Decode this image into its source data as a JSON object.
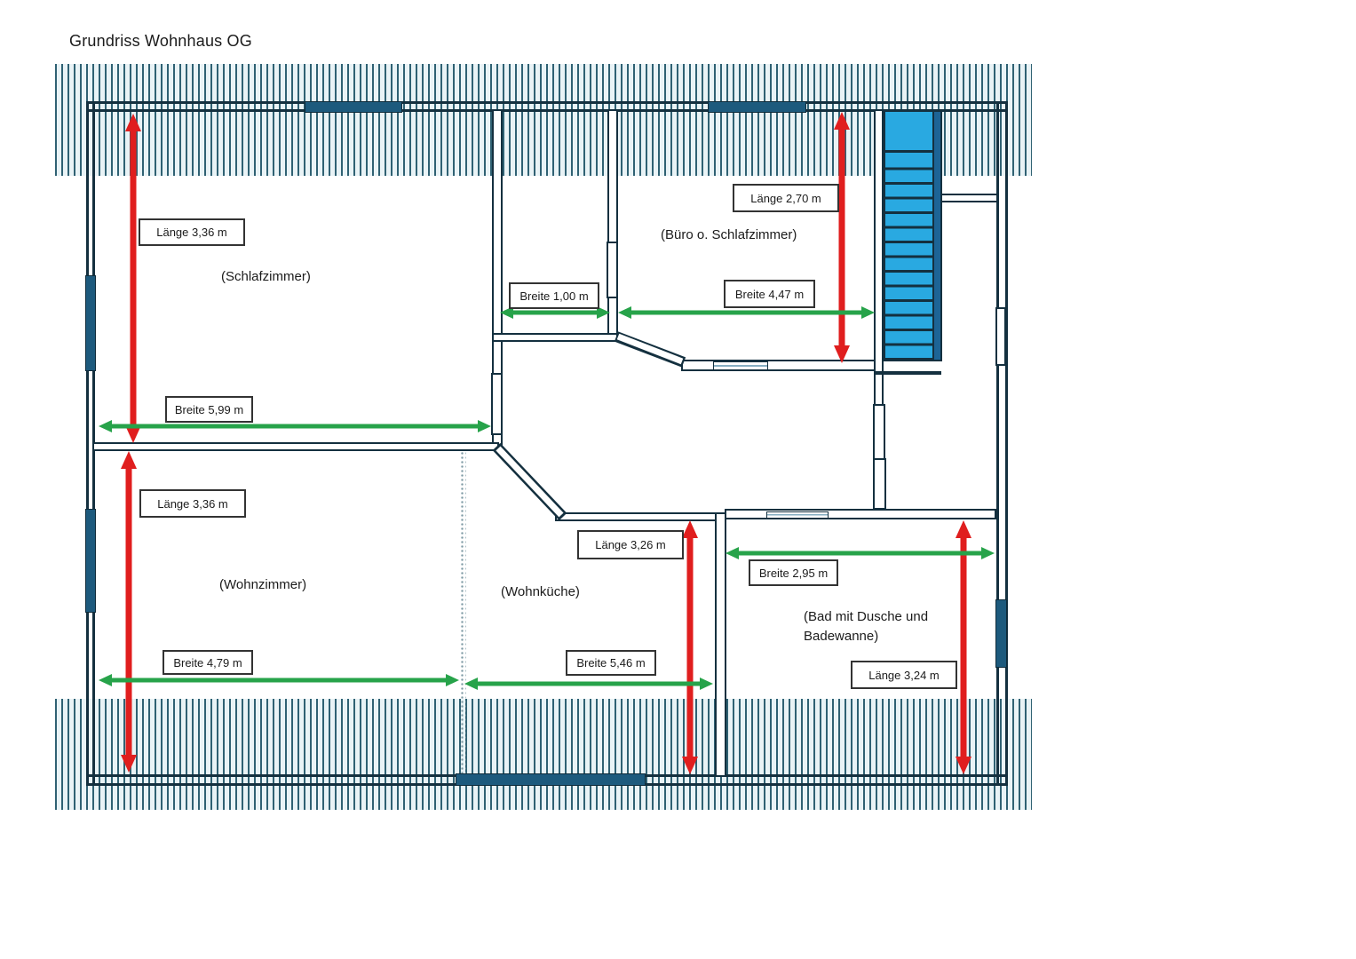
{
  "title": "Grundriss Wohnhaus OG",
  "rooms": {
    "schlafzimmer": "(Schlafzimmer)",
    "buero": "(Büro o. Schlafzimmer)",
    "wohnzimmer": "(Wohnzimmer)",
    "wohnkueche": "(Wohnküche)",
    "bad": "(Bad mit Dusche und Badewanne)"
  },
  "measurements": {
    "schlafzimmer_laenge": "Länge 3,36 m",
    "schlafzimmer_breite": "Breite 5,99 m",
    "flur_breite": "Breite 1,00 m",
    "buero_laenge": "Länge 2,70 m",
    "buero_breite": "Breite 4,47 m",
    "wohnzimmer_laenge": "Länge 3,36 m",
    "wohnzimmer_breite": "Breite 4,79 m",
    "wohnkueche_laenge": "Länge 3,26 m",
    "wohnkueche_breite": "Breite 5,46 m",
    "bad_breite": "Breite 2,95 m",
    "bad_laenge": "Länge 3,24 m"
  },
  "legend": {
    "length_arrow_color": "#e01e1e",
    "width_arrow_color": "#27a34a",
    "stairs_color": "#29a9e1",
    "window_color": "#1d5a7d",
    "wall_color": "#14303f"
  }
}
